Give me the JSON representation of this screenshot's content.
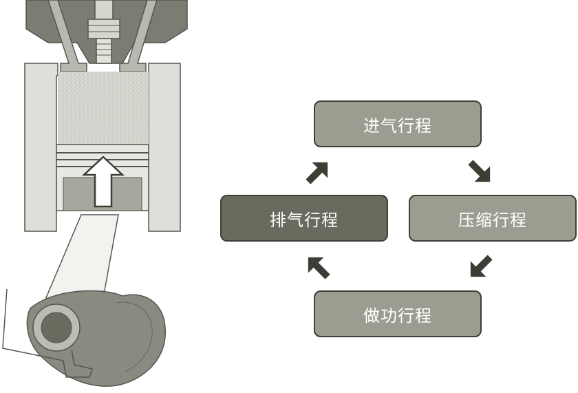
{
  "cycle": {
    "intake": "进气行程",
    "compression": "压缩行程",
    "power": "做功行程",
    "exhaust": "排气行程"
  },
  "colors": {
    "box_light": "#9c9c90",
    "box_dark": "#6a6a5f",
    "arrow": "#3d3d36"
  }
}
